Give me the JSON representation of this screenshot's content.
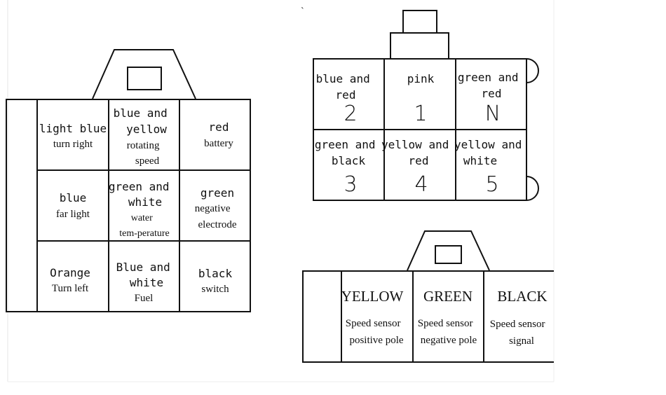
{
  "connector_left": {
    "rows": [
      [
        {
          "color": "light blue",
          "function": "turn right"
        },
        {
          "color": "blue and yellow",
          "function": "rotating speed"
        },
        {
          "color": "red",
          "function": "battery"
        }
      ],
      [
        {
          "color": "blue",
          "function": "far light"
        },
        {
          "color": "green and white",
          "function": "water tem-perature"
        },
        {
          "color": "green",
          "function": "negative electrode"
        }
      ],
      [
        {
          "color": "Orange",
          "function": "Turn left"
        },
        {
          "color": "Blue and white",
          "function": "Fuel"
        },
        {
          "color": "black",
          "function": "switch"
        }
      ]
    ]
  },
  "connector_top_right": {
    "pins": [
      {
        "color": "blue and red",
        "pin": "2"
      },
      {
        "color": "pink",
        "pin": "1"
      },
      {
        "color": "green and red",
        "pin": "N"
      },
      {
        "color": "green and black",
        "pin": "3"
      },
      {
        "color": "yellow and red",
        "pin": "4"
      },
      {
        "color": "yellow and white",
        "pin": "5"
      }
    ]
  },
  "connector_bottom_right": {
    "pins": [
      {
        "color": "YELLOW",
        "function": "Speed sensor positive pole"
      },
      {
        "color": "GREEN",
        "function": "Speed sensor negative pole"
      },
      {
        "color": "BLACK",
        "function": "Speed sensor signal"
      }
    ]
  }
}
